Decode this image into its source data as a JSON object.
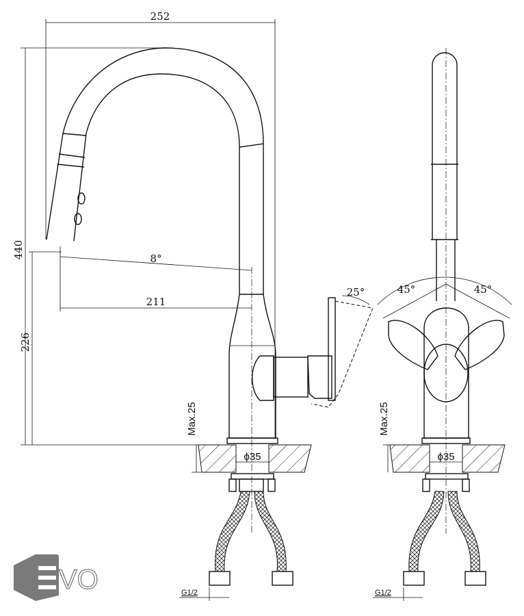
{
  "drawing": {
    "front_view": {
      "width_dim": "252",
      "height_dim": "440",
      "spout_height_dim": "226",
      "spout_angle": "8°",
      "reach_dim": "211",
      "lever_angle": "25°",
      "max_deck": "Max.25",
      "hole_dia": "ϕ35",
      "thread": "G1/2"
    },
    "side_view": {
      "angle_left": "45°",
      "angle_right": "45°",
      "max_deck": "Max.25",
      "hole_dia": "ϕ35",
      "thread": "G1/2"
    }
  },
  "logo": {
    "text": "EVO",
    "color": "#7a7a7a"
  }
}
